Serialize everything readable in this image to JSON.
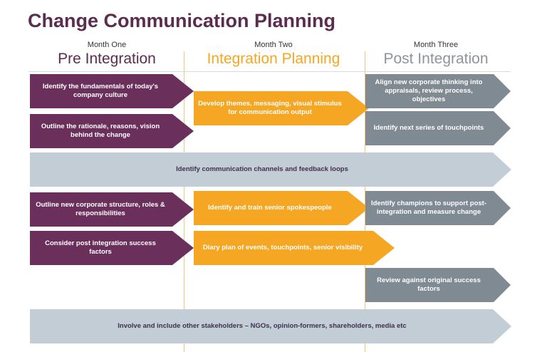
{
  "title": "Change Communication Planning",
  "columns": [
    {
      "month": "Month One",
      "name": "Pre Integration",
      "color": "#5b2c50"
    },
    {
      "month": "Month Two",
      "name": "Integration Planning",
      "color": "#f5a623"
    },
    {
      "month": "Month Three",
      "name": "Post Integration",
      "color": "#8c959c"
    }
  ],
  "arrows": {
    "identify_fundamentals": "Identify the fundamentals of today's company culture",
    "develop_themes": "Develop themes, messaging, visual stimulus for communication output",
    "align_thinking": "Align new corporate thinking into appraisals, review process, objectives",
    "outline_rationale": "Outline the rationale, reasons, vision behind the change",
    "next_touchpoints": "Identify next series of touchpoints",
    "comm_channels": "Identify communication channels and feedback loops",
    "outline_structure": "Outline new corporate structure, roles & responsibilities",
    "train_spokespeople": "Identify and train senior spokespeople",
    "identify_champions": "Identify champions to support post-integration and measure change",
    "success_factors": "Consider post integration success factors",
    "diary_plan": "Diary plan of events, touchpoints, senior visibility",
    "review_factors": "Review against original success factors",
    "involve_stakeholders": "Involve and include other stakeholders – NGOs, opinion-formers, shareholders, media etc"
  },
  "colors": {
    "purple": "#6b2f5c",
    "orange": "#f5a623",
    "grey": "#808a93",
    "light_blue_grey": "#c2cdd6"
  }
}
